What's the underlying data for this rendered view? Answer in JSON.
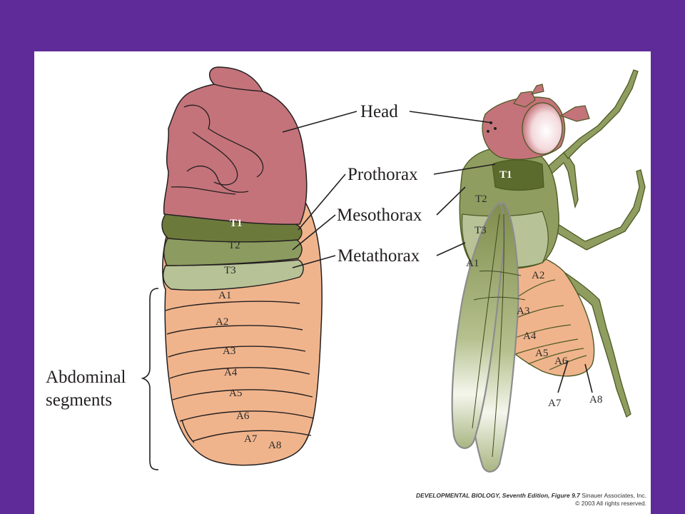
{
  "labels": {
    "head": "Head",
    "prothorax": "Prothorax",
    "mesothorax": "Mesothorax",
    "metathorax": "Metathorax",
    "abdominal_line1": "Abdominal",
    "abdominal_line2": "segments"
  },
  "segments": {
    "t1": "T1",
    "t2": "T2",
    "t3": "T3",
    "a1": "A1",
    "a2": "A2",
    "a3": "A3",
    "a4": "A4",
    "a5": "A5",
    "a6": "A6",
    "a7": "A7",
    "a8": "A8"
  },
  "credit": {
    "book": "DEVELOPMENTAL BIOLOGY, Seventh Edition, Figure 9.7",
    "publisher": "Sinauer Associates, Inc.",
    "copyright": "© 2003 All rights reserved."
  },
  "colors": {
    "frame": "#5e2b98",
    "head": "#c4737a",
    "t1": "#6b7a3a",
    "t2": "#8c9b5f",
    "t3": "#b7c296",
    "abdomen": "#f0b48c",
    "fly_thorax": "#8f9e60"
  }
}
